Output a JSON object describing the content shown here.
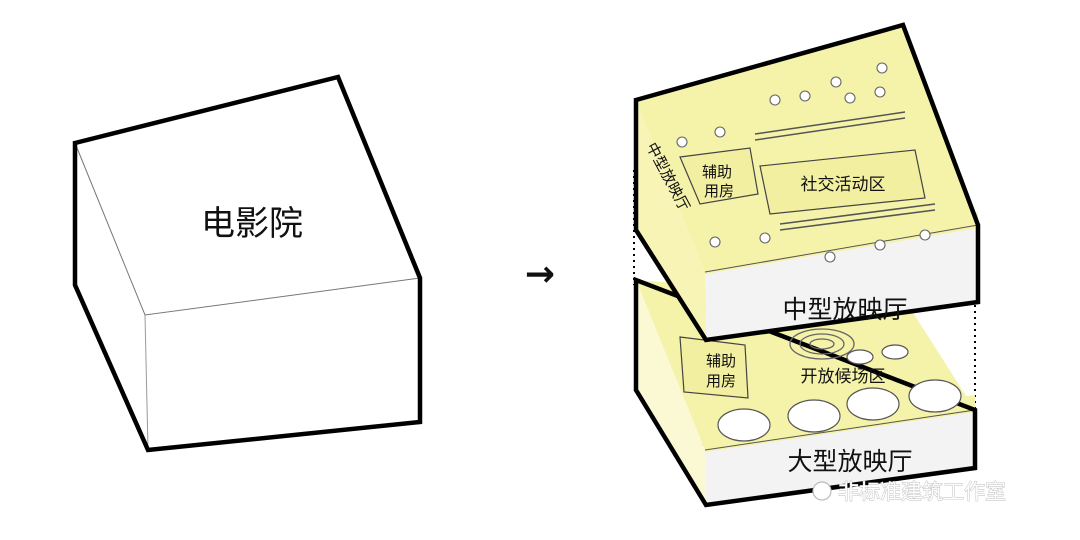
{
  "left_block": {
    "label": "电影院"
  },
  "arrow": "→",
  "upper_floor": {
    "side_label": "中型放映厅",
    "floor_name": "中型放映厅",
    "aux_room": [
      "辅助",
      "用房"
    ],
    "zone": "社交活动区"
  },
  "lower_floor": {
    "floor_name": "大型放映厅",
    "aux_room": [
      "辅助",
      "用房"
    ],
    "zone": "开放候场区"
  },
  "watermark": "非标准建筑工作室",
  "colors": {
    "slab_top": "#f5f2a9",
    "outline": "#000000",
    "side_face": "#f3f3f3"
  }
}
